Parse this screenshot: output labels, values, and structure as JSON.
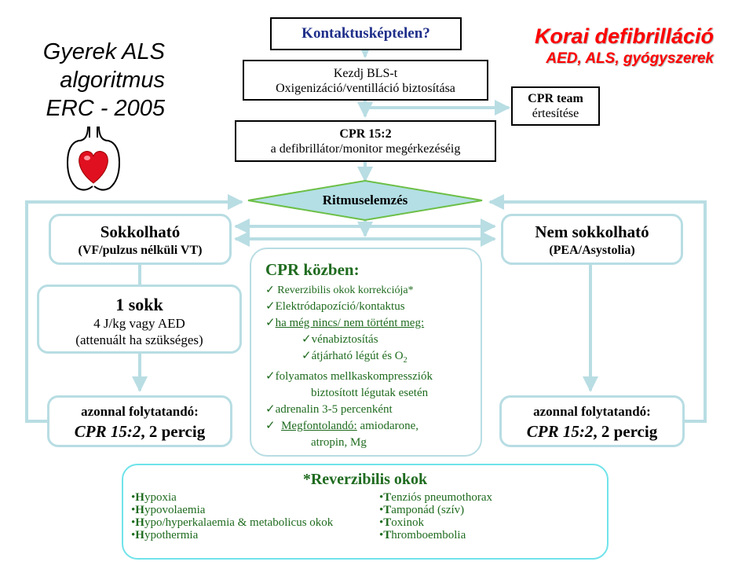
{
  "title_left": [
    "Gyerek ALS",
    "algoritmus",
    "ERC - 2005"
  ],
  "title_right": {
    "line1": "Korai defibrilláció",
    "line2": "AED, ALS, gyógyszerek"
  },
  "top_box": "Kontaktusképtelen?",
  "bls_box": {
    "line1": "Kezdj BLS-t",
    "line2": "Oxigenizáció/ventilláció biztosítása"
  },
  "team_box": {
    "line1": "CPR team",
    "line2": "értesítése"
  },
  "cpr_box": {
    "line1": "CPR 15:2",
    "line2": "a defibrillátor/monitor megérkezéséig"
  },
  "rhythm": "Ritmuselemzés",
  "shockable": {
    "title": "Sokkolható",
    "sub": "(VF/pulzus nélküli VT)"
  },
  "nonshockable": {
    "title": "Nem sokkolható",
    "sub": "(PEA/Asystolia)"
  },
  "shock": {
    "title": "1 sokk",
    "line1": "4 J/kg vagy AED",
    "line2": "(attenuált ha szükséges)"
  },
  "continue_left": {
    "line1": "azonnal folytatandó:",
    "line2_italic": "CPR 15:2",
    "line2_rest": ", 2 percig"
  },
  "continue_right": {
    "line1": "azonnal folytatandó:",
    "line2_italic": "CPR 15:2",
    "line2_rest": ", 2 percig"
  },
  "during_cpr": {
    "title": "CPR közben:",
    "item1": "Reverzibilis okok korrekciója*",
    "item2": "Elektródapozíció/kontaktus",
    "item3": "ha még nincs/ nem történt meg:",
    "item3a": "vénabiztosítás",
    "item3b_pre": "átjárható légút és O",
    "item3b_sub": "2",
    "item4a": "folyamatos mellkaskompressziók",
    "item4b": "biztosított légutak esetén",
    "item5": "adrenalin 3-5 percenként",
    "item6_label": "Megfontolandó:",
    "item6_rest": " amiodarone,",
    "item6b": "atropin, Mg",
    "check": "✓"
  },
  "reversible": {
    "title": "*Reverzibilis okok",
    "left": [
      {
        "first": "H",
        "rest": "ypoxia"
      },
      {
        "first": "H",
        "rest": "ypovolaemia"
      },
      {
        "first": "H",
        "rest": "ypo/hyperkalaemia & metabolicus okok"
      },
      {
        "first": "H",
        "rest": "ypothermia"
      }
    ],
    "right": [
      {
        "first": "T",
        "rest": "enziós pneumothorax"
      },
      {
        "first": "T",
        "rest": "amponád (szív)"
      },
      {
        "first": "T",
        "rest": "oxinok"
      },
      {
        "first": "T",
        "rest": "hromboembolia"
      }
    ],
    "bullet": "•"
  },
  "colors": {
    "arrow": "#b8dde3",
    "diamond_fill": "#b3dfe5",
    "diamond_stroke": "#6cbf46",
    "title_right": "#ff0000",
    "green_text": "#1f6b1f",
    "top_box_text": "#1f2f8a"
  }
}
